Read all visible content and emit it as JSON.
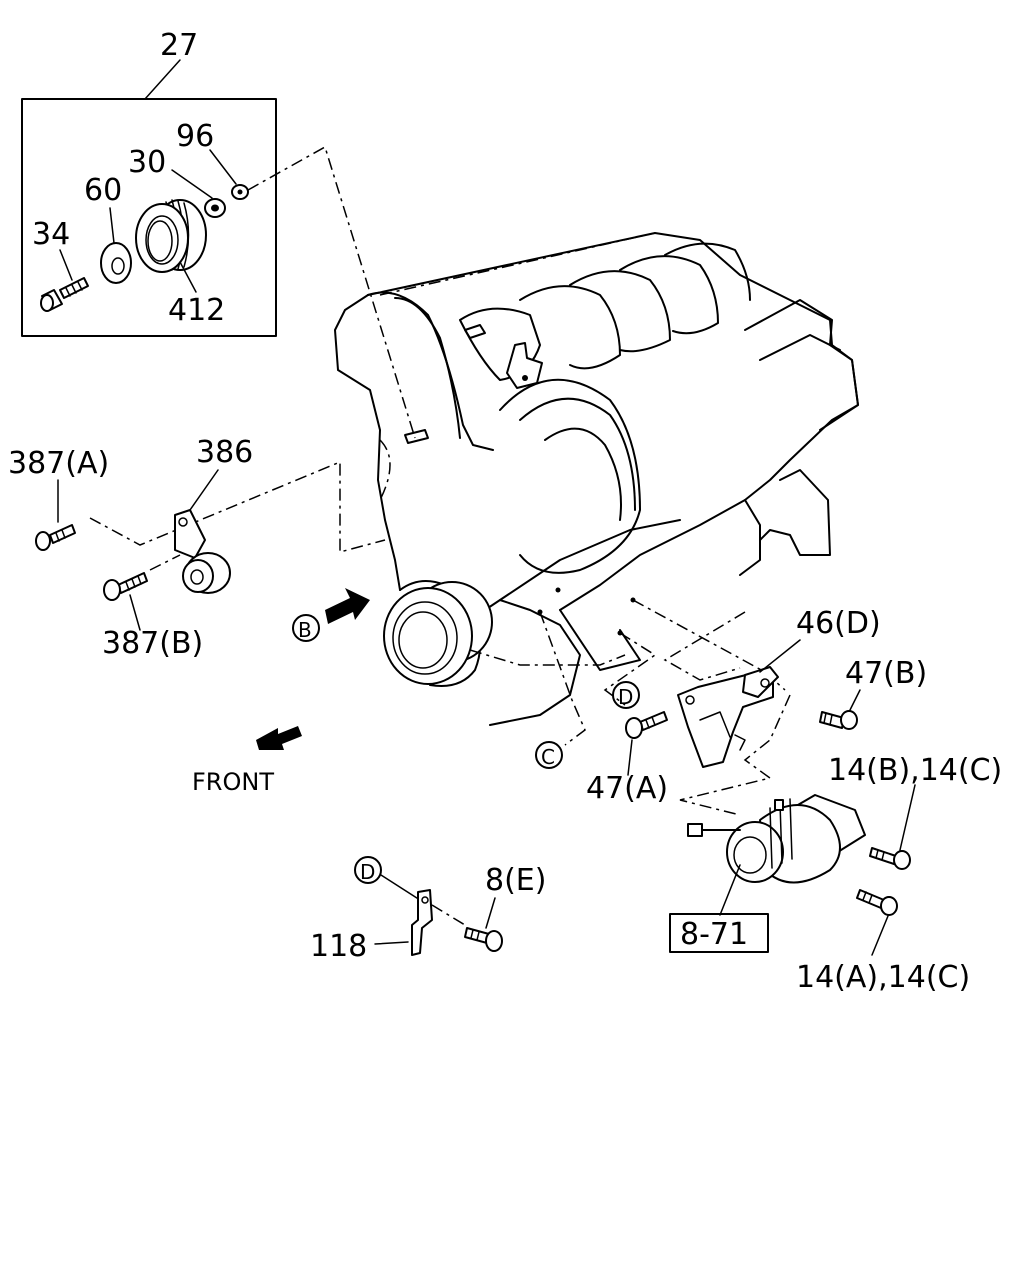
{
  "labels": {
    "kit": "27",
    "washer_96": "96",
    "washer_30": "30",
    "cover_60": "60",
    "bolt_34": "34",
    "pulley_412": "412",
    "tensioner": "386",
    "bolt_387a": "387(A)",
    "bolt_387b": "387(B)",
    "bracket_46d": "46(D)",
    "bolt_47b": "47(B)",
    "bolt_47a": "47(A)",
    "bolt_14bc": "14(B),14(C)",
    "bolt_14ac": "14(A),14(C)",
    "ref_8_71": "8-71",
    "bolt_8e": "8(E)",
    "bracket_118": "118",
    "front": "FRONT"
  },
  "circles": {
    "b": "B",
    "c": "C",
    "d1": "D",
    "d2": "D"
  }
}
